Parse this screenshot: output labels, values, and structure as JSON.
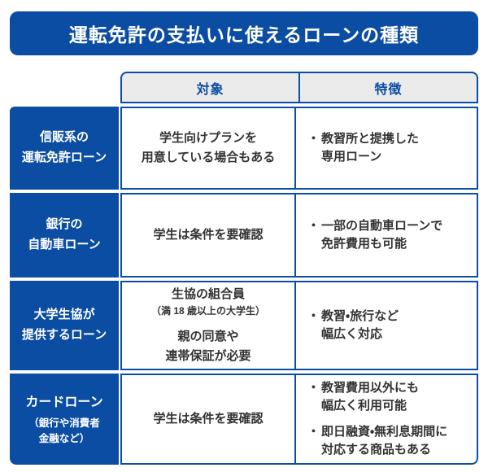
{
  "page": {
    "title": "運転免許の支払いに使えるローンの種類"
  },
  "colors": {
    "primary_blue": "#0B4DA2",
    "header_bg": "#EBEBEB",
    "body_text": "#333333",
    "title_text": "#FFFFFF",
    "page_bg": "#FFFFFF"
  },
  "table": {
    "column_headers": [
      "対象",
      "特徴"
    ],
    "rows": [
      {
        "label": {
          "lines": [
            "信販系の",
            "運転免許ローン"
          ]
        },
        "target": {
          "main": [
            "学生向けプランを",
            "用意している場合もある"
          ]
        },
        "features": [
          {
            "bullet": "・",
            "lines": [
              "教習所と提携した",
              "専用ローン"
            ]
          }
        ]
      },
      {
        "label": {
          "lines": [
            "銀行の",
            "自動車ローン"
          ]
        },
        "target": {
          "main": [
            "学生は条件を要確認"
          ]
        },
        "features": [
          {
            "bullet": "・",
            "lines": [
              "一部の自動車ローンで",
              "免許費用も可能"
            ]
          }
        ]
      },
      {
        "label": {
          "lines": [
            "大学生協が",
            "提供するローン"
          ]
        },
        "target": {
          "main": [
            "生協の組合員"
          ],
          "note": "（満 18 歳以上の大学生）",
          "secondary": [
            "親の同意や",
            "連帯保証が必要"
          ]
        },
        "features": [
          {
            "bullet": "・",
            "lines": [
              "教習・旅行など",
              "幅広く対応"
            ]
          }
        ]
      },
      {
        "label": {
          "lines": [
            "カードローン"
          ],
          "note_lines": [
            "（銀行や消費者",
            "金融など）"
          ]
        },
        "target": {
          "main": [
            "学生は条件を要確認"
          ]
        },
        "features": [
          {
            "bullet": "・",
            "lines": [
              "教習費用以外にも",
              "幅広く利用可能"
            ]
          },
          {
            "bullet": "・",
            "lines": [
              "即日融資・無利息期間に",
              "対応する商品もある"
            ]
          }
        ]
      }
    ]
  }
}
